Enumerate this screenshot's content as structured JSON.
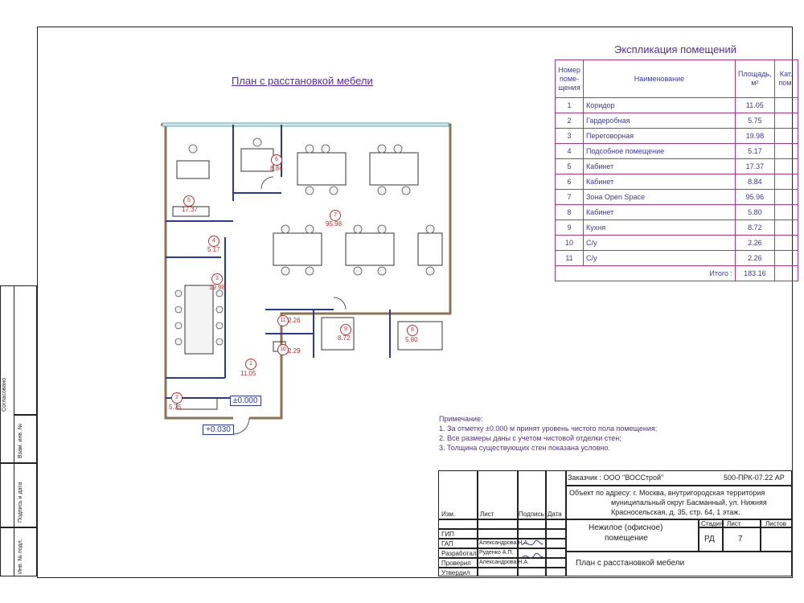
{
  "plan_title": "План с расстановкой мебели",
  "explication": {
    "title": "Экспликация помещений",
    "headers": {
      "num": "Номер поме- щения",
      "name": "Наименование",
      "area": "Площадь, м²",
      "cat": "Кат. пом."
    },
    "rows": [
      {
        "num": "1",
        "name": "Коридор",
        "area": "11.05",
        "cat": ""
      },
      {
        "num": "2",
        "name": "Гардеробная",
        "area": "5.75",
        "cat": ""
      },
      {
        "num": "3",
        "name": "Переговорная",
        "area": "19.98",
        "cat": ""
      },
      {
        "num": "4",
        "name": "Подсобное помещение",
        "area": "5.17",
        "cat": ""
      },
      {
        "num": "5",
        "name": "Кабинет",
        "area": "17.37",
        "cat": ""
      },
      {
        "num": "6",
        "name": "Кабинет",
        "area": "8.84",
        "cat": ""
      },
      {
        "num": "7",
        "name": "Зона Open Space",
        "area": "95.96",
        "cat": ""
      },
      {
        "num": "8",
        "name": "Кабинет",
        "area": "5.80",
        "cat": ""
      },
      {
        "num": "9",
        "name": "Кухня",
        "area": "8.72",
        "cat": ""
      },
      {
        "num": "10",
        "name": "С/у",
        "area": "2.26",
        "cat": ""
      },
      {
        "num": "11",
        "name": "С/у",
        "area": "2.26",
        "cat": ""
      }
    ],
    "total_label": "Итого :",
    "total_value": "183.16"
  },
  "notes": {
    "title": "Примечание:",
    "items": [
      "1. За отметку ±0.000 м принят уровень чистого пола помещения;",
      "2. Все размеры даны с учетом чистовой отделки стен;",
      "3. Толщина существующих стен показана условно."
    ]
  },
  "plan_labels": {
    "r1_num": "1",
    "r1_area": "11.05",
    "r2_num": "2",
    "r2_area": "5.75",
    "r3_num": "3",
    "r3_area": "19.98",
    "r4_num": "4",
    "r4_area": "5.17",
    "r5_num": "5",
    "r5_area": "17.37",
    "r6_num": "6",
    "r6_area": "8.84",
    "r7_num": "7",
    "r7_area": "95.98",
    "r8_num": "8",
    "r8_area": "5.80",
    "r9_num": "9",
    "r9_area": "8.72",
    "r10_num": "10",
    "r10_area": "2.29",
    "r11_num": "11",
    "r11_area": "2.26",
    "level_inner": "±0.000",
    "level_outer": "+0.030"
  },
  "side": {
    "soglasovano": "Согласовано",
    "vzam": "Взам. инв. №",
    "podpis": "Подпись и дата",
    "inv": "Инв. № подл."
  },
  "title_block": {
    "customer": "Заказчик : ООО \"ВОССтрой\"",
    "code": "500-ПРК-07.22 АР",
    "object_line1": "Объект по адресу: г. Москва, внутригородская территория",
    "object_line2": "муниципальный округ Басманный, ул. Нижняя",
    "object_line3": "Красносельская, д. 35, стр. 64, 1 этаж.",
    "col_izm": "Изм.",
    "col_list": "Лист",
    "col_podp": "Подпись",
    "col_data": "Дата",
    "building_line1": "Нежилое (офисное)",
    "building_line2": "помещение",
    "stage_label": "Стадия",
    "sheet_label": "Лист",
    "sheets_label": "Листов",
    "stage_value": "РД",
    "sheet_value": "7",
    "sheets_value": "",
    "drawing_name": "План с расстановкой мебели",
    "roles": [
      {
        "role": "ГИП",
        "name": ""
      },
      {
        "role": "ГАП",
        "name": "Александрова Н.А."
      },
      {
        "role": "Разработал",
        "name": "Руденко А.П."
      },
      {
        "role": "Проверил",
        "name": "Александрова Н.А."
      },
      {
        "role": "Утвердил",
        "name": ""
      }
    ]
  }
}
